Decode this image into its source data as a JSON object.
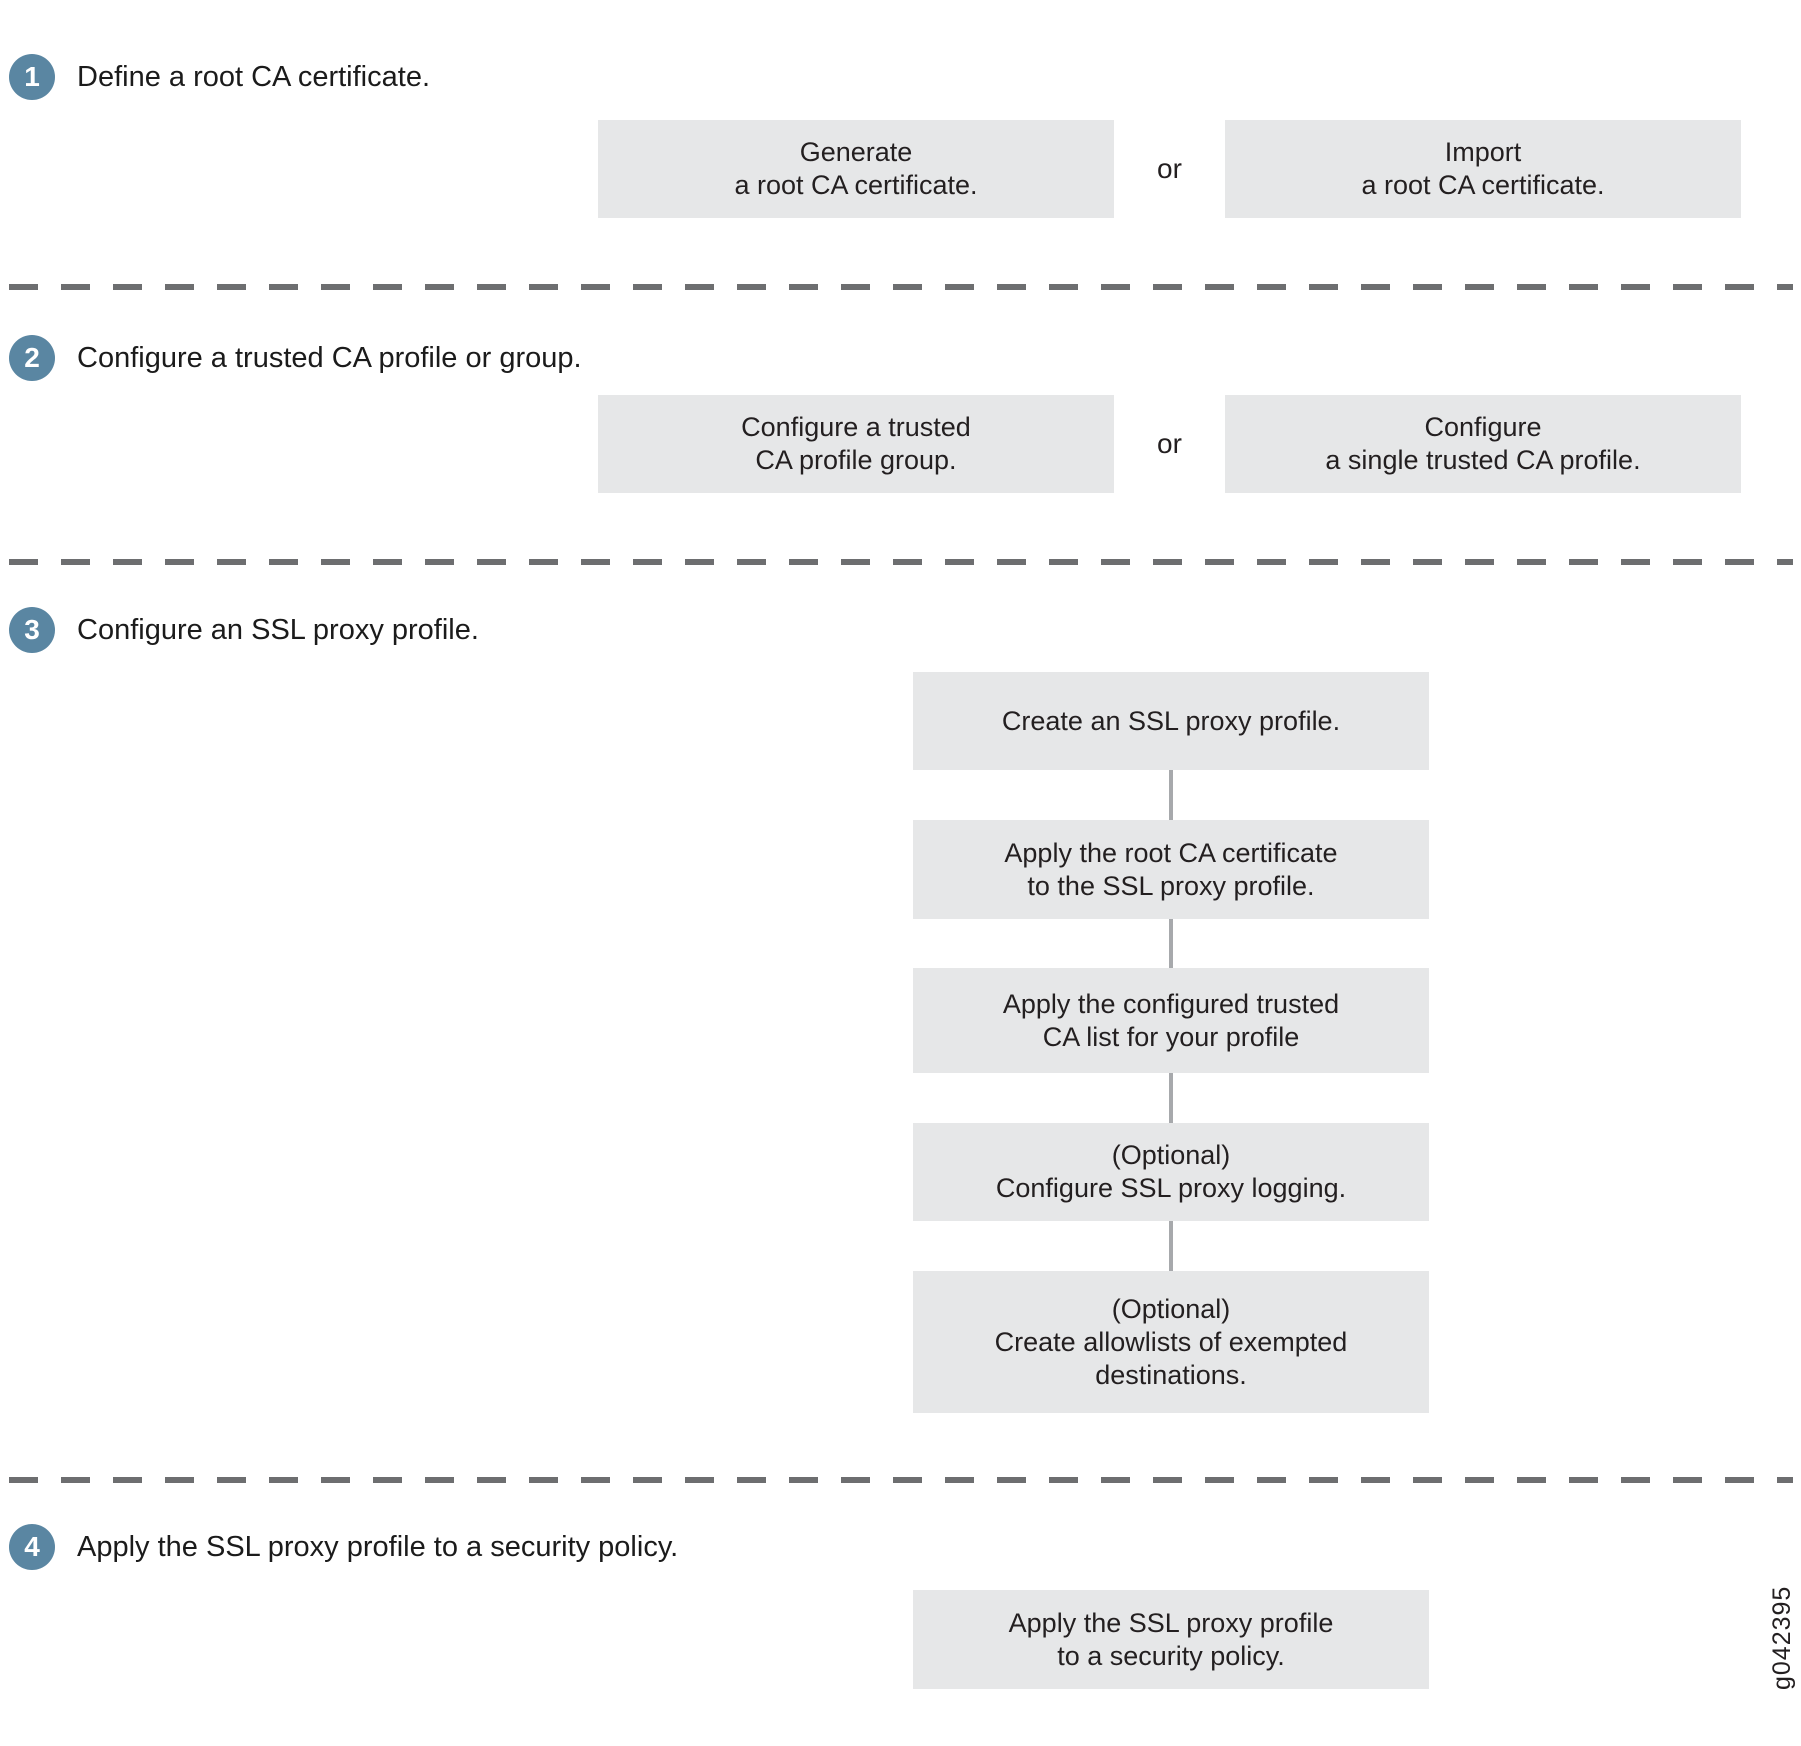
{
  "figure": {
    "id_label": "g042395"
  },
  "colors": {
    "step_circle": "#5a86a2",
    "box_background": "#e6e7e8",
    "box_text": "#231f20",
    "dashed_divider": "#6d6e70",
    "connector_line": "#a7a9ac"
  },
  "steps": [
    {
      "number": "1",
      "title": "Define a root CA certificate.",
      "connector_word": "or",
      "options": [
        "Generate\na root CA certificate.",
        "Import\na root CA certificate."
      ]
    },
    {
      "number": "2",
      "title": "Configure a trusted CA profile or group.",
      "connector_word": "or",
      "options": [
        "Configure a trusted\nCA profile group.",
        "Configure\na single trusted CA profile."
      ]
    },
    {
      "number": "3",
      "title": "Configure an SSL proxy profile.",
      "flow": [
        "Create an SSL proxy profile.",
        "Apply the root CA certificate\nto the SSL proxy profile.",
        "Apply the configured trusted\nCA list for your profile",
        "(Optional)\nConfigure SSL proxy logging.",
        "(Optional)\nCreate allowlists of exempted\ndestinations."
      ]
    },
    {
      "number": "4",
      "title": "Apply the SSL proxy profile to a security policy.",
      "flow": [
        "Apply the SSL proxy profile\nto a security policy."
      ]
    }
  ]
}
